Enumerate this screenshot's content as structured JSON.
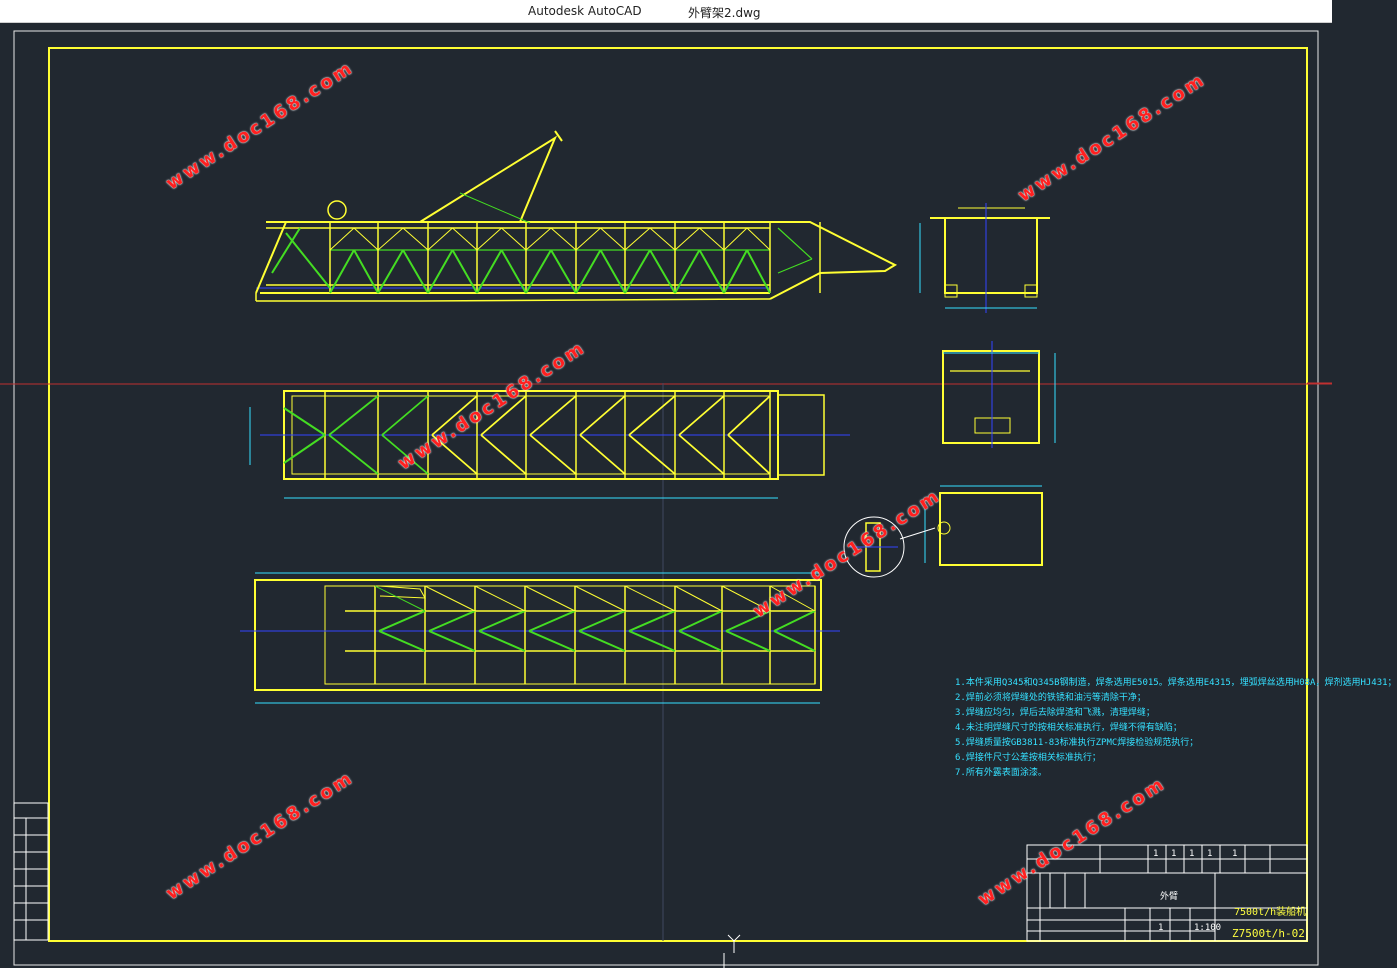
{
  "window": {
    "app_name": "Autodesk AutoCAD",
    "file_name": "外臂架2.dwg"
  },
  "watermark": {
    "text": "www.doc168.com"
  },
  "technical_notes": {
    "items": [
      "1.本件采用Q345和Q345B钢制造，焊条选用E5015。焊条选用E4315，埋弧焊丝选用H08A，焊剂选用HJ431；",
      "2.焊前必须将焊缝处的铁锈和油污等清除干净；",
      "3.焊缝应均匀，焊后去除焊渣和飞溅，清理焊缝；",
      "4.未注明焊缝尺寸的按相关标准执行，焊缝不得有缺陷；",
      "5.焊缝质量按GB3811-83标准执行ZPMC焊接检验规范执行；",
      "6.焊接件尺寸公差按相关标准执行；",
      "7.所有外露表面涂漆。"
    ]
  },
  "title_block": {
    "drawing_number": "Z7500t/h-02",
    "machine_name": "7500t/h装船机",
    "part_name": "外臂",
    "scale": "1:100",
    "quantity": "1",
    "header_counts": [
      "1",
      "1",
      "1",
      "1",
      "1"
    ]
  },
  "colors": {
    "frame": "#ffff33",
    "green": "#44dd22",
    "blue_center": "#3344ff",
    "dim": "#35e0ff",
    "red_axis": "#c03030",
    "watermark": "#ff2020"
  }
}
